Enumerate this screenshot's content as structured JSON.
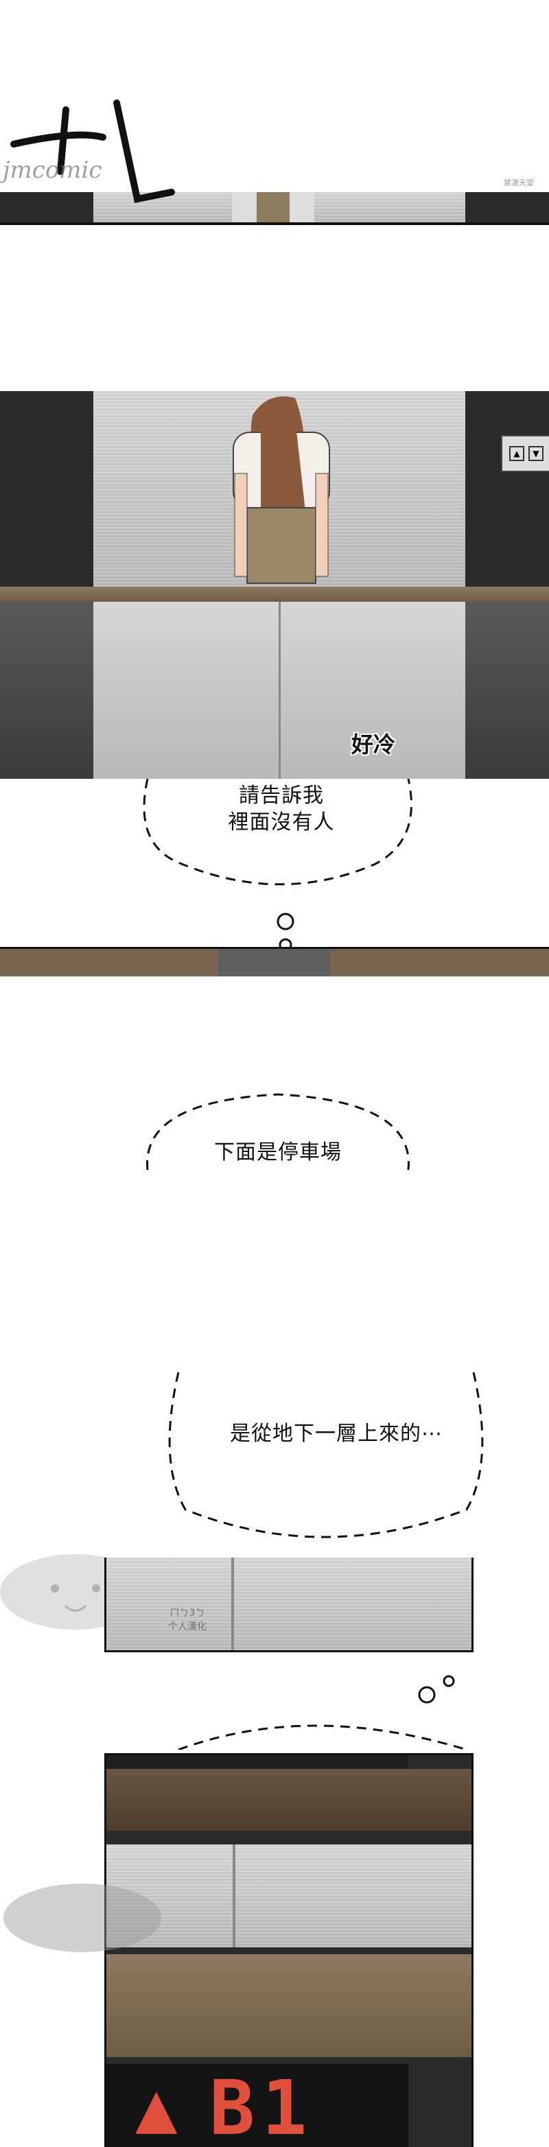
{
  "watermark": {
    "site": "jmcomic",
    "credit": "禁漫天堂"
  },
  "panels": {
    "elevator": {
      "sfx": "好冷",
      "thought_1": "請告訴我\n裡面沒有人"
    },
    "middle": {
      "speech_1": "下面是停車場",
      "speech_2": "是從地下一層上來的⋯"
    },
    "floor_display": {
      "arrow": "▲",
      "floor": "B1"
    }
  },
  "stamp": {
    "line_1": "ㄇㄅ3ㄅ",
    "line_2": "个人漢化"
  },
  "colors": {
    "wall_dark": "#2b2b2b",
    "steel": "#c9c9c9",
    "wood": "#7a6650",
    "display_red": "#e0503c"
  }
}
